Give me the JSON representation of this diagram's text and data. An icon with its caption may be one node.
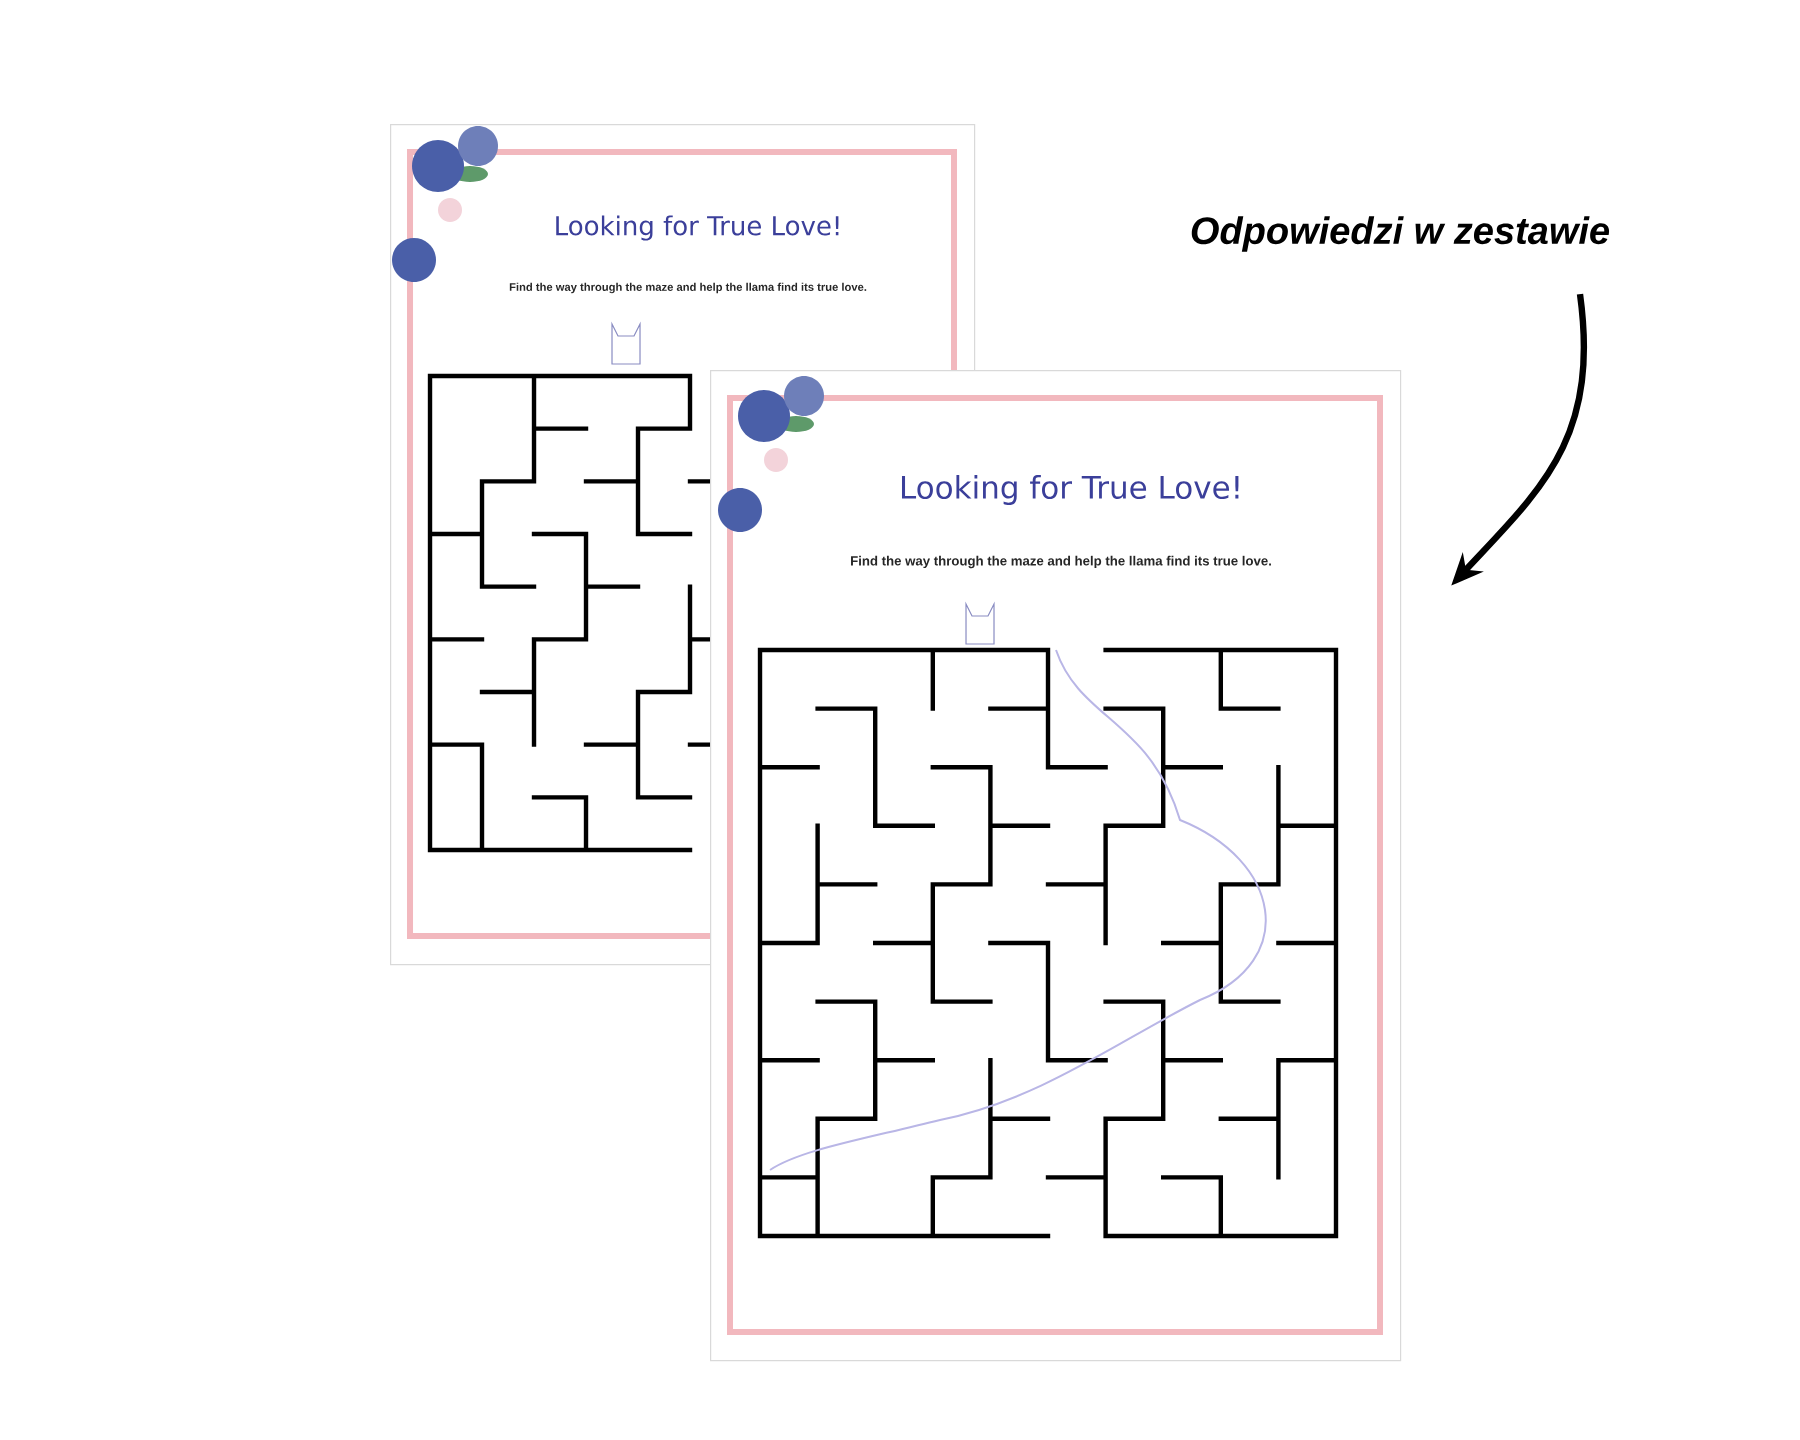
{
  "diagram": {
    "nodes": [
      {
        "text": [
          "Looking for True Love!",
          "Find the way through the maze and help the llama find its true love."
        ]
      },
      {
        "text": [
          "Looking for True Love!",
          "Find the way through the maze and help the llama find its true love."
        ]
      },
      {
        "text": [
          "Odpowiedzi w zestawie"
        ]
      }
    ],
    "edges": [
      {
        "from": 2,
        "to": 1,
        "arrow": "to"
      }
    ]
  }
}
